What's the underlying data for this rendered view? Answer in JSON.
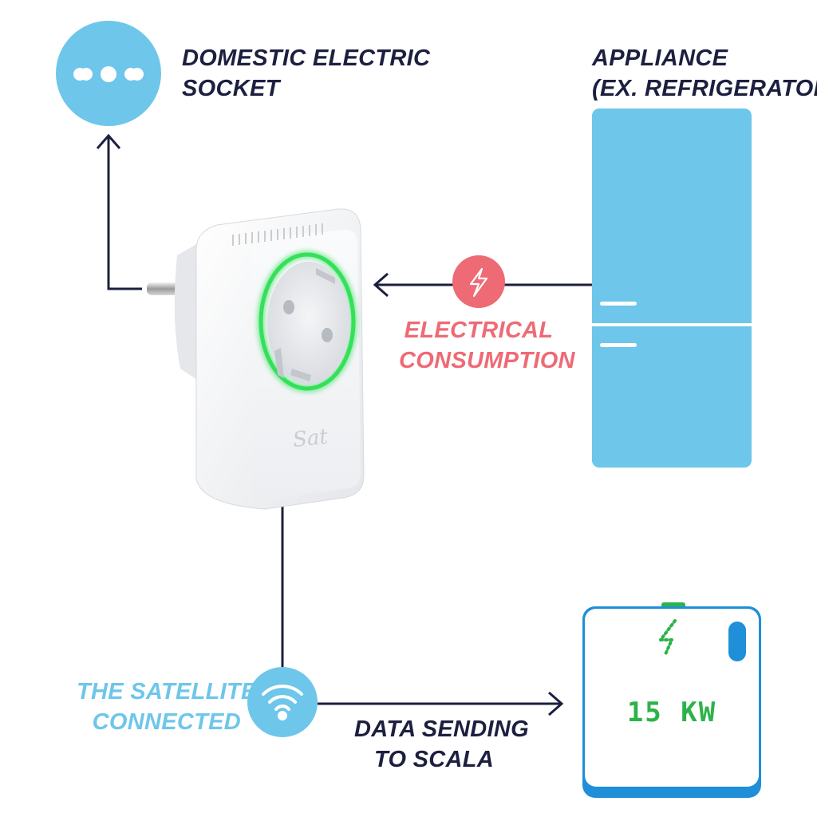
{
  "labels": {
    "socket": [
      "DOMESTIC ELECTRIC",
      "SOCKET"
    ],
    "appliance": [
      "APPLIANCE",
      "(EX. REFRIGERATOR)"
    ],
    "consumption": [
      "ELECTRICAL",
      "CONSUMPTION"
    ],
    "satellite": [
      "THE SATELLITE",
      "CONNECTED"
    ],
    "data_sending": [
      "DATA SENDING",
      "TO SCALA"
    ]
  },
  "device": {
    "brand_mark": "Sat"
  },
  "display": {
    "reading": "15 KW"
  },
  "icons": {
    "socket": "socket-holes-icon",
    "consumption": "lightning-bolt-icon",
    "satellite": "wifi-icon",
    "display": "lightning-bolt-icon"
  },
  "colors": {
    "dark_navy": "#1c1f3f",
    "light_blue": "#6ec6ea",
    "coral": "#ee6a75",
    "led_green": "#34e05a",
    "display_green": "#2bb34a",
    "display_blue": "#1e8fd8"
  }
}
